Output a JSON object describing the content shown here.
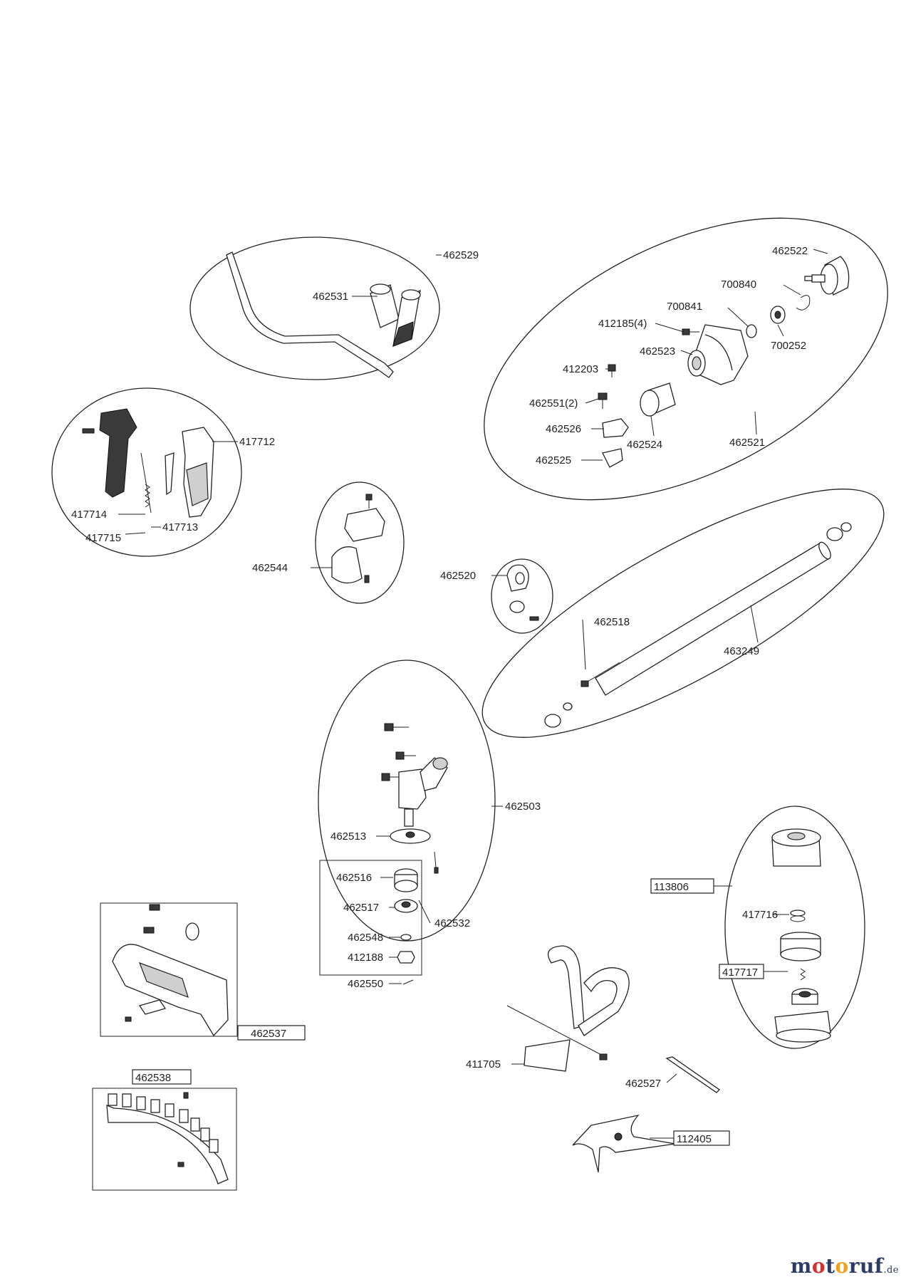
{
  "parts": {
    "p462529": "462529",
    "p462531": "462531",
    "p462522": "462522",
    "p700840": "700840",
    "p700841": "700841",
    "p412185": "412185(4)",
    "p700252": "700252",
    "p462523": "462523",
    "p412203": "412203",
    "p462551": "462551(2)",
    "p462526": "462526",
    "p462524": "462524",
    "p462521": "462521",
    "p462525": "462525",
    "p417712": "417712",
    "p417714": "417714",
    "p417713": "417713",
    "p417715": "417715",
    "p462544": "462544",
    "p462520": "462520",
    "p462518": "462518",
    "p463249": "463249",
    "p462503": "462503",
    "p462513": "462513",
    "p462516": "462516",
    "p462517": "462517",
    "p462532": "462532",
    "p462548": "462548",
    "p412188": "412188",
    "p462550": "462550",
    "p113806": "113806",
    "p417716": "417716",
    "p417717": "417717",
    "p462537": "462537",
    "p462538": "462538",
    "p411705": "411705",
    "p462527": "462527",
    "p112405": "112405"
  },
  "watermark": {
    "m": "m",
    "o1": "o",
    "t": "t",
    "o2": "o",
    "ruf": "ruf",
    "tld": ".de"
  }
}
